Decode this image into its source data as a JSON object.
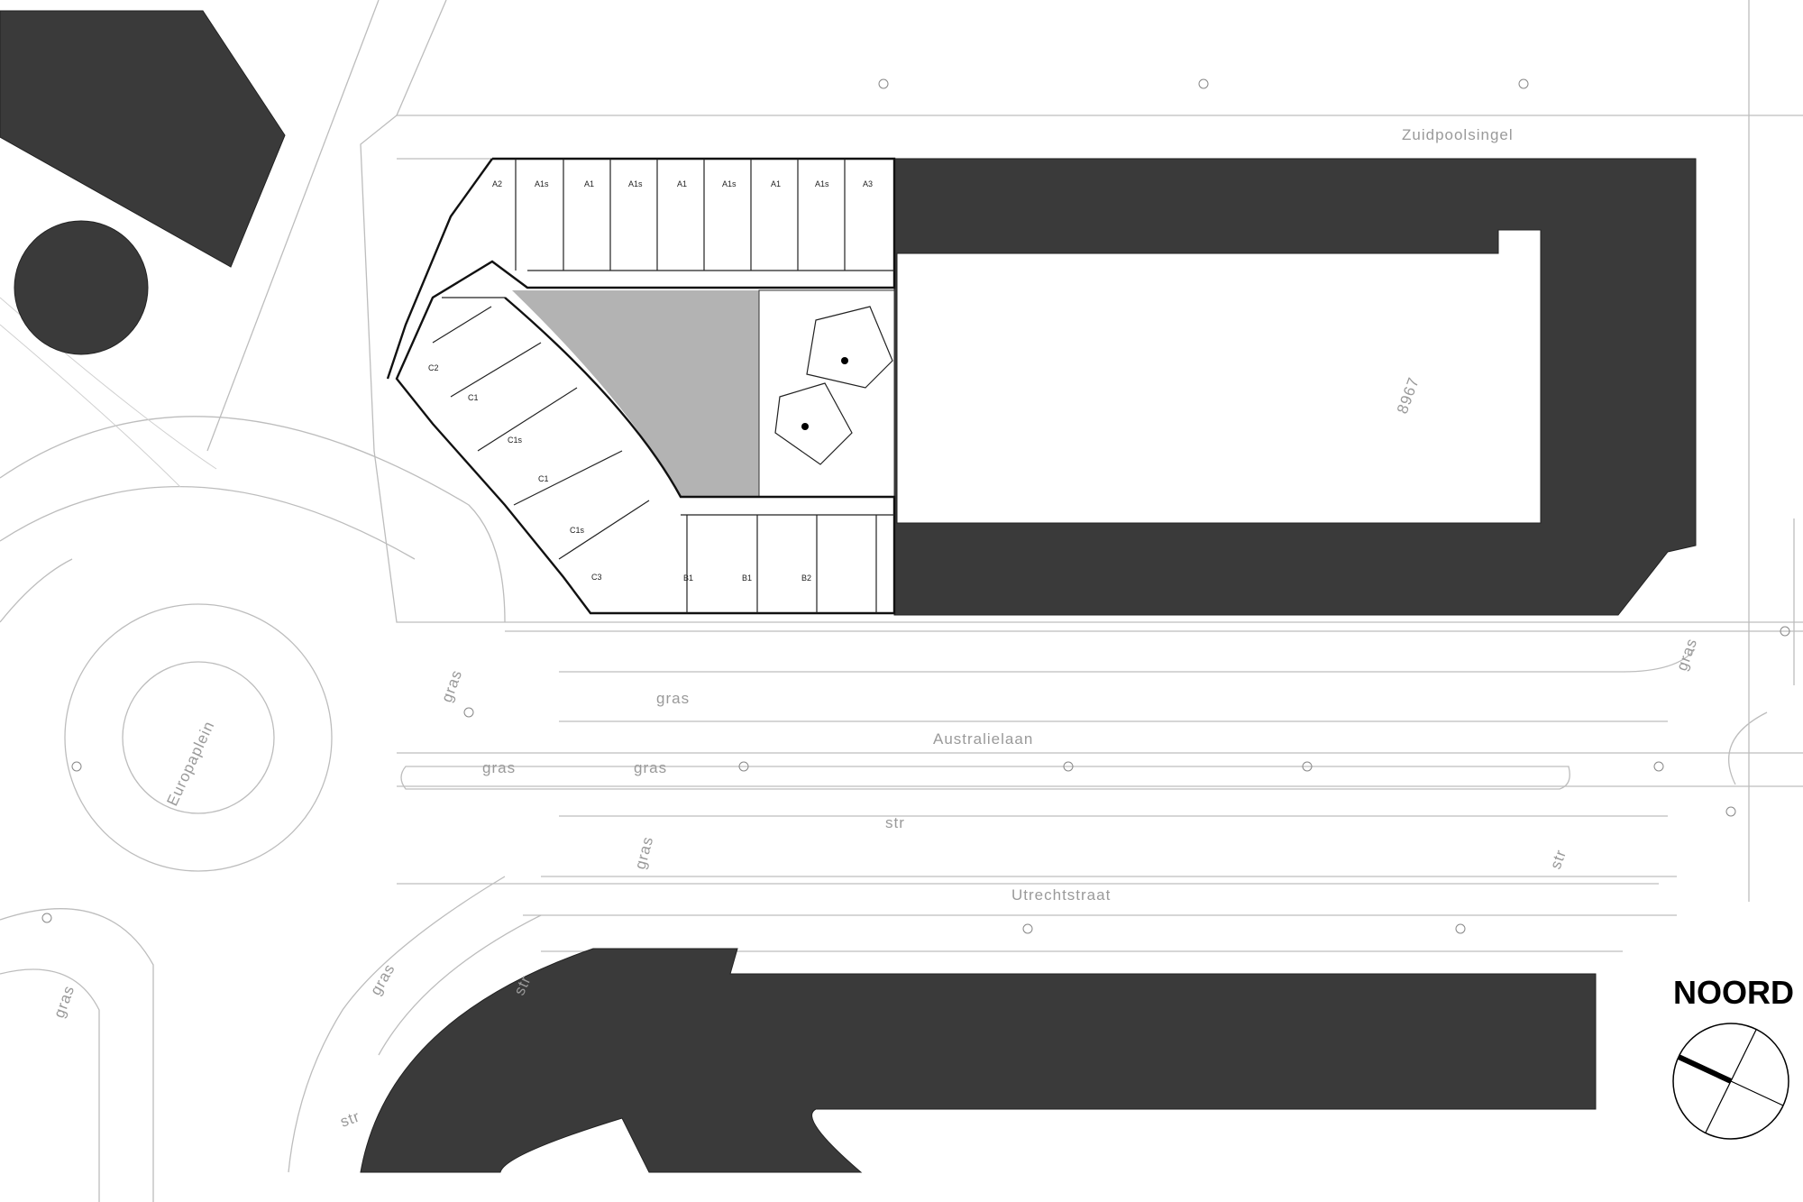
{
  "title": "Site plan",
  "north_label": "NOORD",
  "streets": {
    "zuidpoolsingel": "Zuidpoolsingel",
    "australielaan": "Australielaan",
    "utrechtstraat": "Utrechtstraat",
    "europaplein": "Europaplein"
  },
  "building_number": "8967",
  "surface_labels": {
    "gras": "gras",
    "str": "str"
  },
  "units": {
    "top_row": [
      "A2",
      "A1s",
      "A1",
      "A1s",
      "A1",
      "A1s",
      "A1",
      "A1s",
      "A3"
    ],
    "curved": [
      "C2",
      "C1",
      "C1s",
      "C1",
      "C1s",
      "C3"
    ],
    "bottom_row": [
      "B1",
      "B1",
      "B2"
    ]
  },
  "colors": {
    "building_fill": "#3a3a3a",
    "courtyard_fill": "#b3b3b3",
    "road_line": "#bdbdbd"
  }
}
